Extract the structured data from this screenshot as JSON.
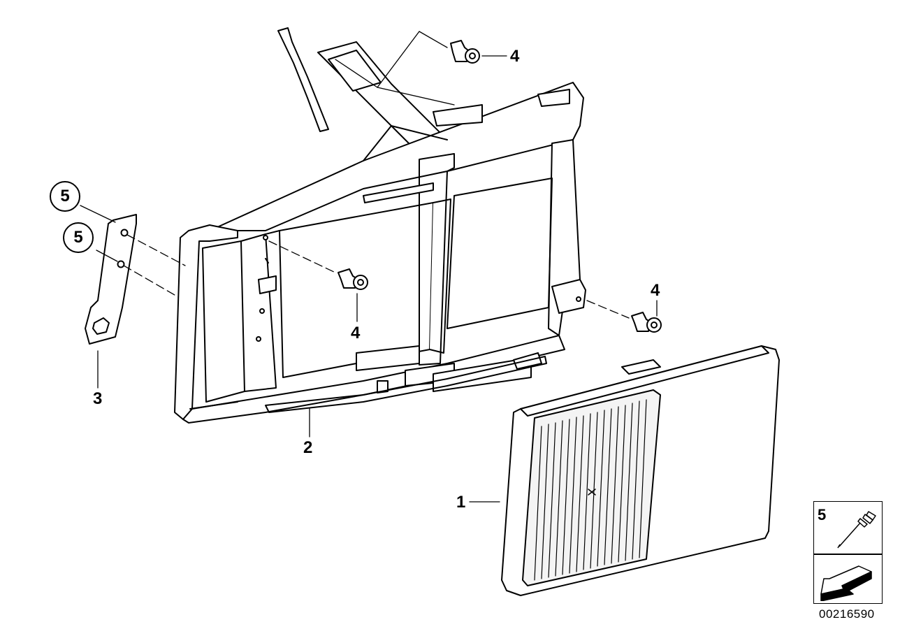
{
  "callouts": {
    "part1": "1",
    "part2": "2",
    "part3": "3",
    "part4_top": "4",
    "part4_mid": "4",
    "part4_right": "4",
    "part5_a": "5",
    "part5_b": "5"
  },
  "legend": {
    "number": "5",
    "rivet_icon": "rivet-icon",
    "arrow_icon": "direction-arrow-icon"
  },
  "diagram_id": "00216590",
  "colors": {
    "line": "#000000",
    "background": "#ffffff",
    "filter_fill": "#f4f4f4"
  }
}
